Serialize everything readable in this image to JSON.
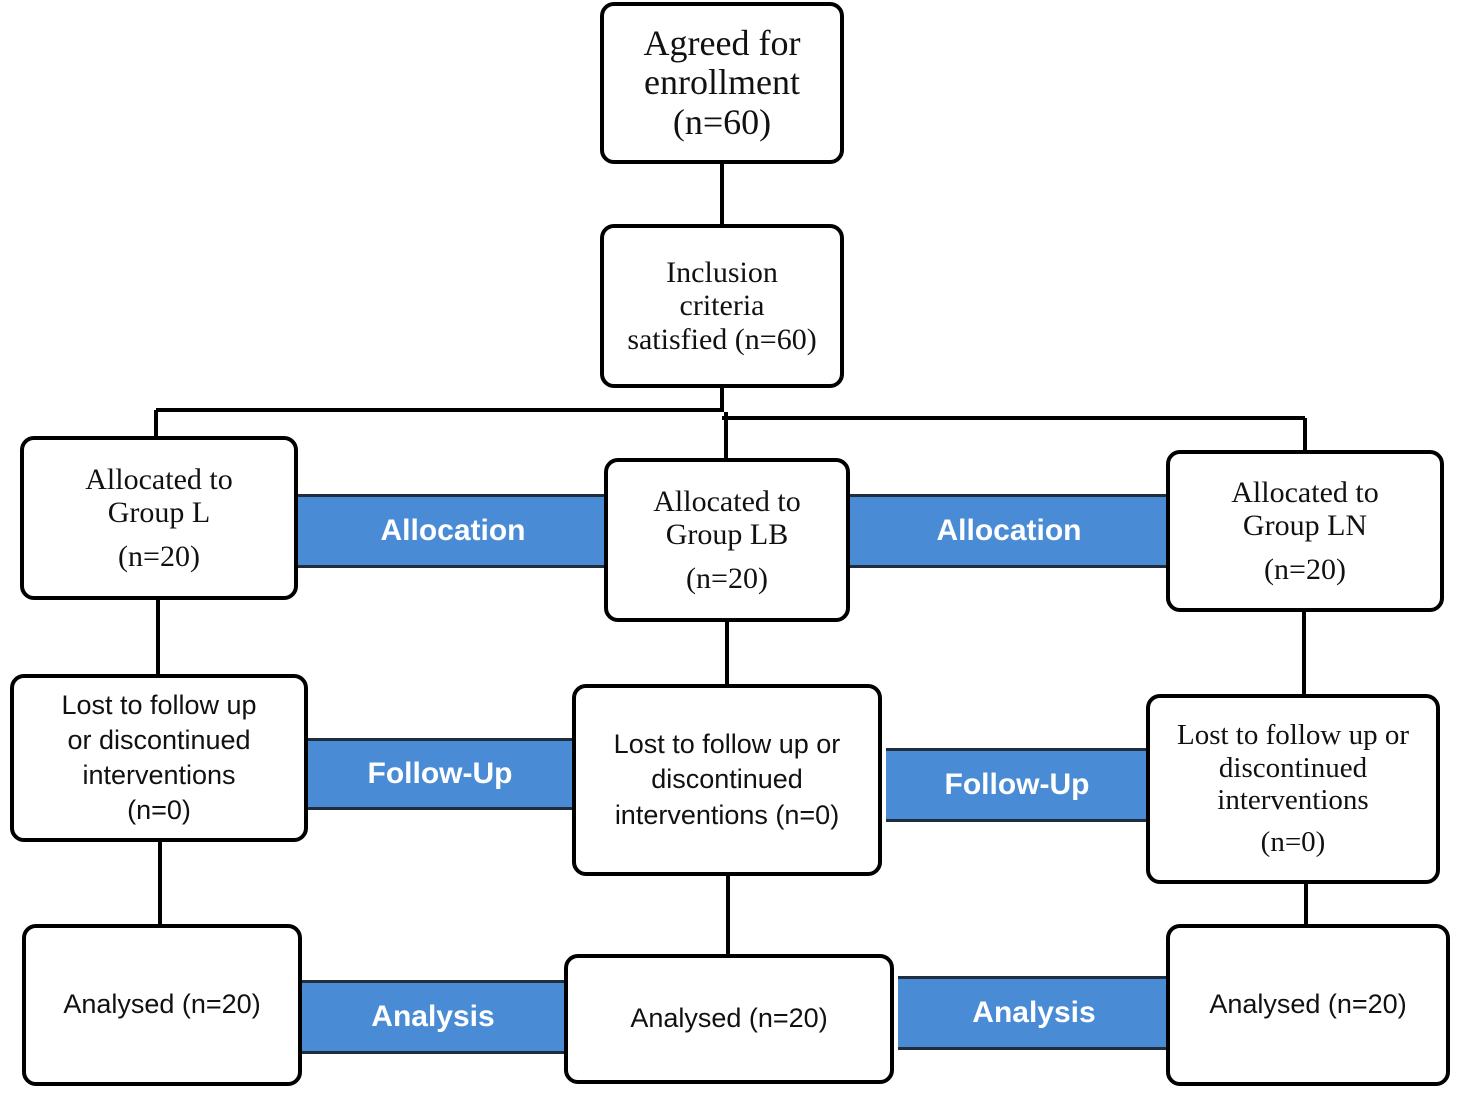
{
  "enrollment": {
    "line1": "Agreed for",
    "line2": "enrollment",
    "line3": "(n=60)"
  },
  "inclusion": {
    "line1": "Inclusion",
    "line2": "criteria",
    "line3": "satisfied (n=60)"
  },
  "groups": [
    {
      "allocated_line1": "Allocated to",
      "allocated_line2": "Group L",
      "allocated_n": "(n=20)",
      "lost_lines": [
        "Lost to follow up",
        "or discontinued",
        "interventions",
        "(n=0)"
      ],
      "analysed": "Analysed (n=20)"
    },
    {
      "allocated_line1": "Allocated to",
      "allocated_line2": "Group LB",
      "allocated_n": "(n=20)",
      "lost_lines": [
        "Lost to follow up or",
        "discontinued",
        "interventions (n=0)"
      ],
      "analysed": "Analysed (n=20)"
    },
    {
      "allocated_line1": "Allocated to",
      "allocated_line2": "Group LN",
      "allocated_n": "(n=20)",
      "lost_lines": [
        "Lost to follow up or",
        "discontinued",
        "interventions",
        "(n=0)"
      ],
      "analysed": "Analysed (n=20)"
    }
  ],
  "stages": {
    "allocation": "Allocation",
    "follow_up": "Follow-Up",
    "analysis": "Analysis"
  },
  "colors": {
    "band": "#4a8bd6",
    "band_text": "#ffffff",
    "border": "#000000"
  }
}
